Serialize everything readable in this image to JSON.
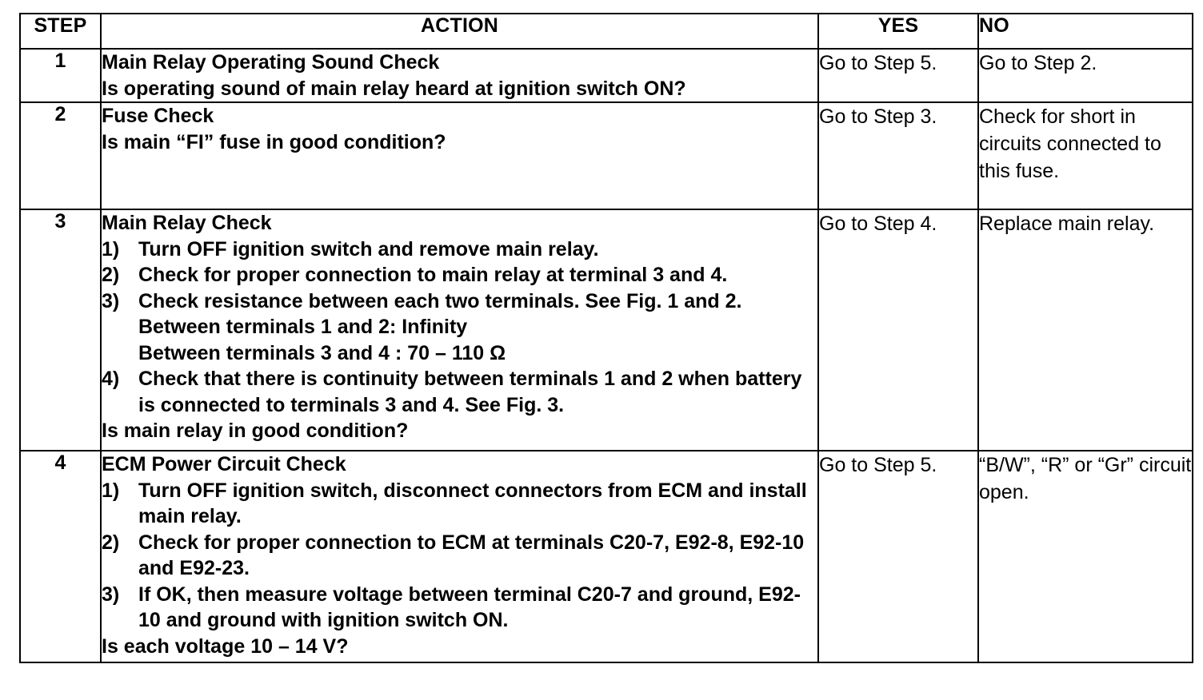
{
  "table": {
    "headers": {
      "step": "STEP",
      "action": "ACTION",
      "yes": "YES",
      "no": "NO"
    },
    "rows": [
      {
        "step": "1",
        "action_title": "Main Relay Operating Sound Check",
        "action_lines": [
          "Is operating sound of main relay heard at ignition switch ON?"
        ],
        "items": [],
        "yes": "Go to Step 5.",
        "no": "Go to Step 2."
      },
      {
        "step": "2",
        "action_title": "Fuse Check",
        "action_lines": [
          "Is main “FI” fuse in good condition?"
        ],
        "items": [],
        "yes": "Go to Step 3.",
        "no": "Check for short in circuits connected to this fuse."
      },
      {
        "step": "3",
        "action_title": "Main Relay Check",
        "items": [
          {
            "marker": "1)",
            "text": "Turn OFF ignition switch and remove main relay.",
            "subs": []
          },
          {
            "marker": "2)",
            "text": "Check for proper connection to main relay at terminal 3 and 4.",
            "subs": []
          },
          {
            "marker": "3)",
            "text": "Check resistance between each two terminals. See Fig. 1 and 2.",
            "subs": [
              "Between terminals 1 and 2: Infinity",
              "Between terminals 3 and 4 : 70 – 110 Ω"
            ]
          },
          {
            "marker": "4)",
            "text": "Check that there is continuity between terminals 1 and 2 when battery is connected to terminals 3 and 4. See Fig. 3.",
            "subs": []
          }
        ],
        "action_lines": [
          "Is main relay in good condition?"
        ],
        "yes": "Go to Step 4.",
        "no": "Replace main relay."
      },
      {
        "step": "4",
        "action_title": "ECM Power Circuit Check",
        "items": [
          {
            "marker": "1)",
            "text": "Turn OFF ignition switch, disconnect connectors from ECM and install main relay.",
            "subs": []
          },
          {
            "marker": "2)",
            "text": "Check for proper connection to ECM at terminals C20-7, E92-8, E92-10 and E92-23.",
            "subs": []
          },
          {
            "marker": "3)",
            "text": "If OK, then measure voltage between terminal C20-7 and ground, E92-10 and ground with ignition switch ON.",
            "subs": []
          }
        ],
        "action_lines": [
          "Is each voltage 10 – 14 V?"
        ],
        "yes": "Go to Step 5.",
        "no": "“B/W”, “R” or “Gr” circuit open."
      }
    ]
  },
  "colors": {
    "text": "#000000",
    "border": "#000000",
    "background": "#ffffff"
  }
}
